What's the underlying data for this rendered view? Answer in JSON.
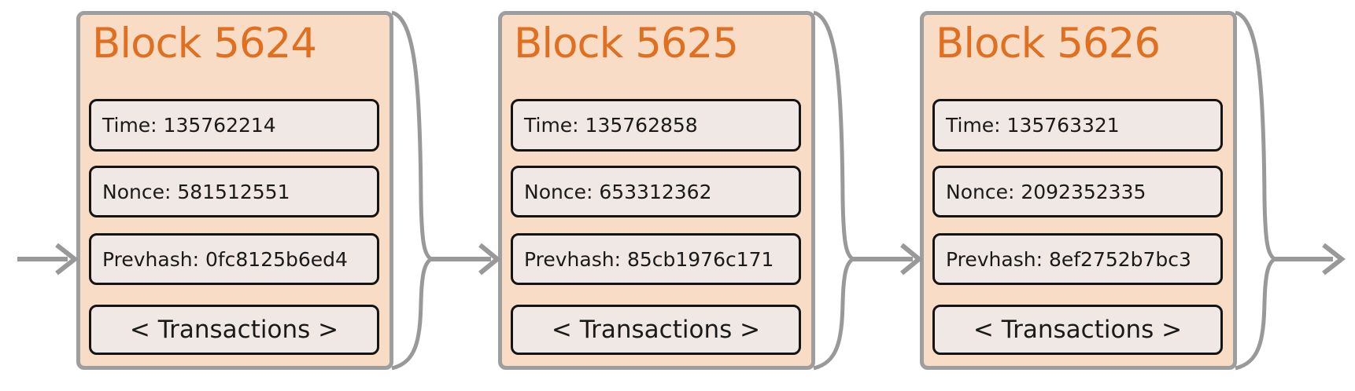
{
  "diagram_title": "blockchain-blocks",
  "blocks": [
    {
      "title": "Block 5624",
      "time": "Time: 135762214",
      "nonce": "Nonce: 581512551",
      "prevhash": "Prevhash: 0fc8125b6ed4",
      "transactions": "< Transactions >"
    },
    {
      "title": "Block 5625",
      "time": "Time: 135762858",
      "nonce": "Nonce: 653312362",
      "prevhash": "Prevhash: 85cb1976c171",
      "transactions": "< Transactions >"
    },
    {
      "title": "Block 5626",
      "time": "Time: 135763321",
      "nonce": "Nonce: 2092352335",
      "prevhash": "Prevhash: 8ef2752b7bc3",
      "transactions": "< Transactions >"
    }
  ],
  "icons": {
    "flow_arrow": "arrow-right-icon",
    "chain_link": "curly-brace-connector"
  },
  "colors": {
    "block_background": "#f8dcc6",
    "block_border": "#9e9e9e",
    "title_text": "#e0701f",
    "field_background": "#f0e8e5",
    "field_border": "#141414",
    "field_text": "#1a1a1a",
    "connector": "#999999"
  }
}
